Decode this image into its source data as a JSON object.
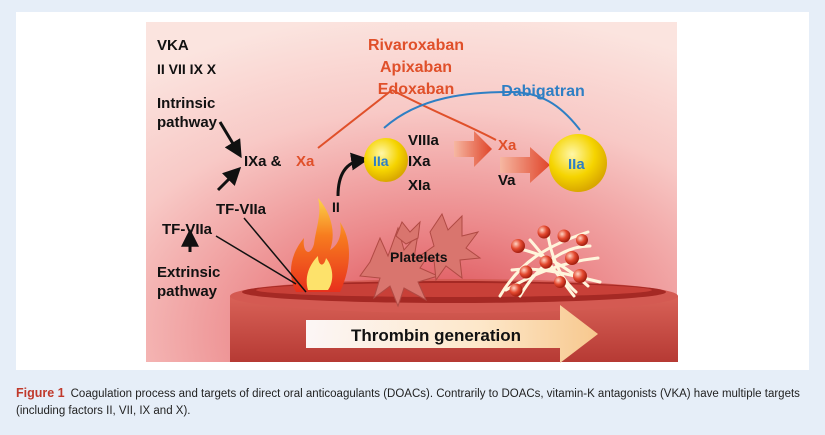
{
  "labels": {
    "vka": "VKA",
    "vka_targets": "II VII IX X",
    "intrinsic_line1": "Intrinsic",
    "intrinsic_line2": "pathway",
    "ixa_and": "IXa &",
    "xa_upper": "Xa",
    "tf_viia_upper": "TF-VIIa",
    "tf_viia_lower": "TF-VIIa",
    "extrinsic_line1": "Extrinsic",
    "extrinsic_line2": "pathway",
    "ii": "II",
    "iia_small": "IIa",
    "viiia": "VIIIa",
    "ixa": "IXa",
    "xia": "XIa",
    "xa_right": "Xa",
    "va": "Va",
    "iia_large": "IIa",
    "platelets": "Platelets",
    "thrombin": "Thrombin generation"
  },
  "drugs": {
    "rivaroxaban": "Rivaroxaban",
    "apixaban": "Apixaban",
    "edoxaban": "Edoxaban",
    "dabigatran": "Dabigatran"
  },
  "caption": {
    "lead": "Figure 1",
    "text": "Coagulation process and targets of direct oral anticoagulants (DOACs). Contrarily to DOACs, vitamin-K antagonists (VKA) have multiple targets (including factors II, VII, IX and X)."
  },
  "colors": {
    "xa_drugs": "#e0502a",
    "dabigatran": "#2e7fc4",
    "factor_text": "#111111",
    "sphere": "#f5d400",
    "vessel": "#c9453e",
    "arrow_fill": "#e65a3a"
  }
}
